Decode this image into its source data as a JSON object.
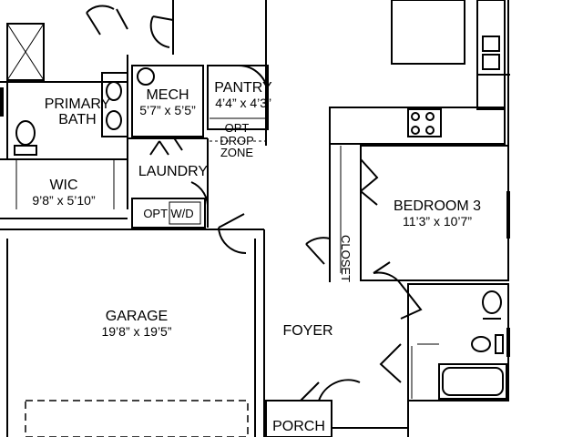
{
  "rooms": {
    "primary_bath": {
      "line1": "PRIMARY",
      "line2": "BATH"
    },
    "mech": {
      "name": "MECH",
      "dims": "5’7” x 5’5”"
    },
    "pantry": {
      "name": "PANTRY",
      "dims": "4’4” x 4’3”"
    },
    "drop_zone": {
      "line1": "OPT",
      "line2": "DROP",
      "line3": "ZONE"
    },
    "laundry": {
      "name": "LAUNDRY"
    },
    "wic": {
      "name": "WIC",
      "dims": "9’8” x 5’10”"
    },
    "opt_wd": {
      "name": "OPT W/D"
    },
    "bedroom3": {
      "name": "BEDROOM 3",
      "dims": "11’3” x 10’7”"
    },
    "closet": {
      "name": "CLOSET"
    },
    "garage": {
      "name": "GARAGE",
      "dims": "19’8” x 19’5”"
    },
    "foyer": {
      "name": "FOYER"
    },
    "porch": {
      "name": "PORCH"
    }
  }
}
